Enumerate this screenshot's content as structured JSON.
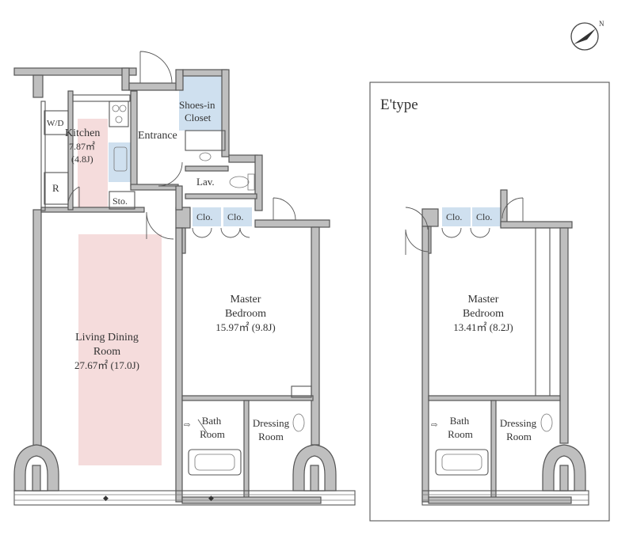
{
  "plan_a": {
    "rooms": {
      "wd": "W/D",
      "kitchen_name": "Kitchen",
      "kitchen_area": "7.87㎡",
      "kitchen_j": "(4.8J)",
      "fridge": "R",
      "storage": "Sto.",
      "entrance": "Entrance",
      "shoes_line1": "Shoes-in",
      "shoes_line2": "Closet",
      "lav": "Lav.",
      "clo1": "Clo.",
      "clo2": "Clo.",
      "master_line1": "Master",
      "master_line2": "Bedroom",
      "master_area": "15.97㎡ (9.8J)",
      "living_line1": "Living Dining",
      "living_line2": "Room",
      "living_area": "27.67㎡ (17.0J)",
      "bath_line1": "Bath",
      "bath_line2": "Room",
      "dress_line1": "Dressing",
      "dress_line2": "Room"
    }
  },
  "plan_b": {
    "title": "E'type",
    "rooms": {
      "clo1": "Clo.",
      "clo2": "Clo.",
      "master_line1": "Master",
      "master_line2": "Bedroom",
      "master_area": "13.41㎡ (8.2J)",
      "bath_line1": "Bath",
      "bath_line2": "Room",
      "dress_line1": "Dressing",
      "dress_line2": "Room"
    }
  },
  "compass": {
    "label": "N"
  },
  "colors": {
    "wall": "#bfbfbf",
    "living_floor": "#f5dcdc",
    "kitchen_floor": "#f5dcdc",
    "closet_blue": "#cfe0ef"
  }
}
